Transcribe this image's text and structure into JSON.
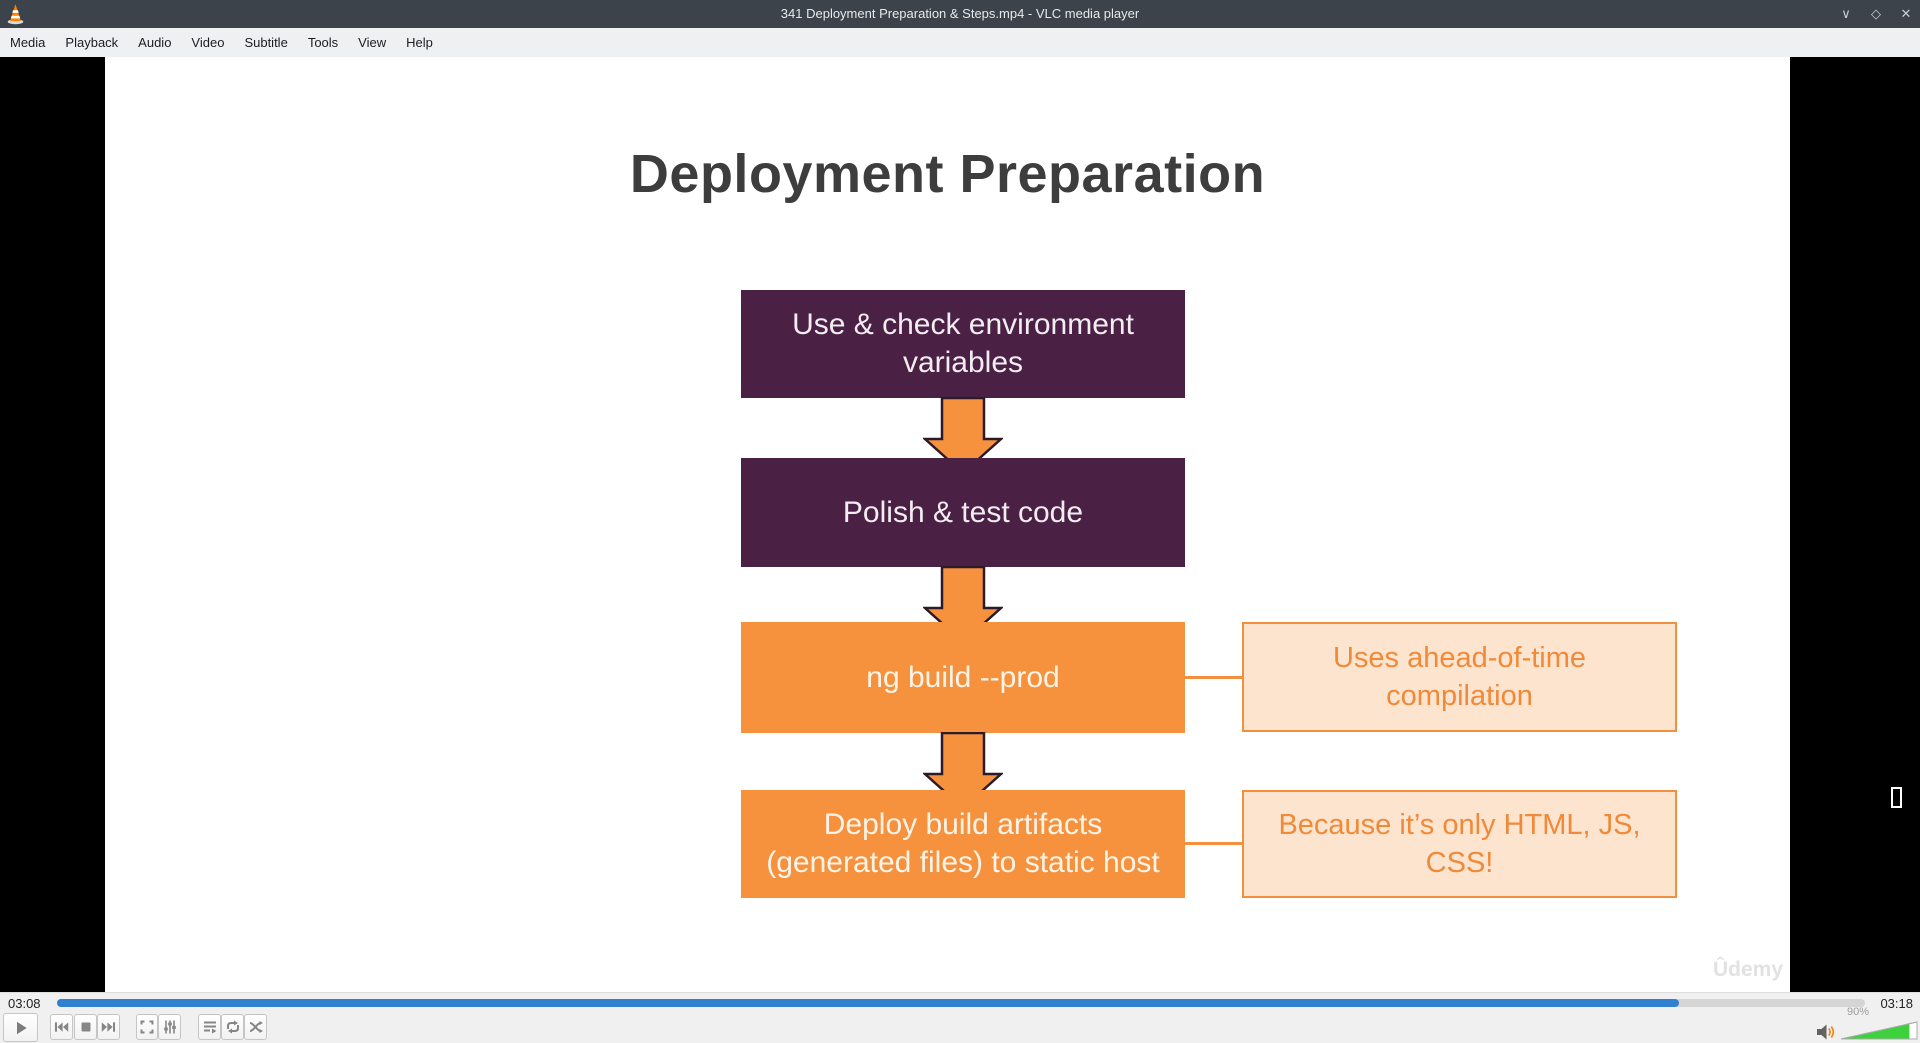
{
  "window": {
    "title": "341 Deployment Preparation & Steps.mp4 - VLC media player",
    "buttons": {
      "minimize": "∨",
      "maximize": "◇",
      "close": "✕"
    }
  },
  "menu": {
    "items": [
      "Media",
      "Playback",
      "Audio",
      "Video",
      "Subtitle",
      "Tools",
      "View",
      "Help"
    ]
  },
  "slide": {
    "title": "Deployment Preparation",
    "steps": [
      {
        "variant": "purple",
        "lines": [
          "Use & check environment",
          "variables"
        ]
      },
      {
        "variant": "purple",
        "lines": [
          "Polish & test code"
        ]
      },
      {
        "variant": "orange",
        "lines": [
          "ng build --prod"
        ],
        "note_lines": [
          "Uses ahead-of-time",
          "compilation"
        ]
      },
      {
        "variant": "orange",
        "lines": [
          "Deploy build artifacts",
          "(generated files) to static host"
        ],
        "note_lines": [
          "Because it’s only HTML, JS,",
          "CSS!"
        ]
      }
    ],
    "watermark": "Ûdemy"
  },
  "player": {
    "time_elapsed": "03:08",
    "time_total": "03:18",
    "progress_percent": 89.7,
    "volume_label": "90%",
    "volume_percent": 90,
    "control_names": [
      "play",
      "previous",
      "stop",
      "next",
      "fullscreen",
      "extended-settings",
      "playlist",
      "loop",
      "random"
    ]
  },
  "colors": {
    "titlebar_bg": "#3d434a",
    "seekbar_fill": "#3181d0",
    "volume_fill": "#3dd13d",
    "purple_box": "#4a2145",
    "orange_box": "#f6923e",
    "note_bg": "#fde4cf",
    "note_border": "#f2903d",
    "slide_title_text": "#3d3d3d"
  }
}
